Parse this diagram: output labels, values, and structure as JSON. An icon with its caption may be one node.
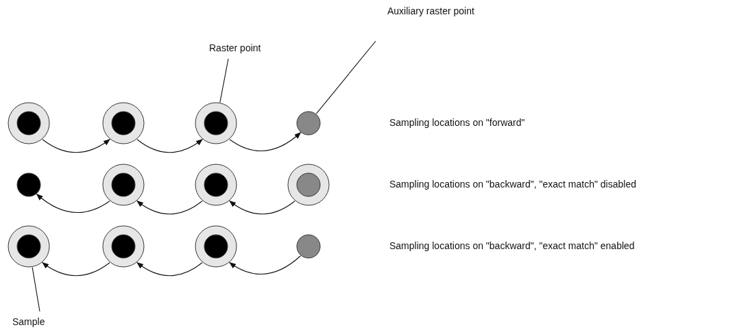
{
  "diagram": {
    "nodes": [
      {
        "text": [
          "Auxiliary raster point"
        ]
      },
      {
        "text": [
          "Raster point"
        ]
      },
      {
        "text": [],
        "shape": "circle"
      },
      {
        "text": [],
        "shape": "circle"
      },
      {
        "text": [],
        "shape": "circle"
      },
      {
        "text": [],
        "shape": "circle"
      },
      {
        "text": [],
        "shape": "circle"
      },
      {
        "text": [],
        "shape": "circle"
      },
      {
        "text": [],
        "shape": "circle"
      },
      {
        "text": [],
        "shape": "circle"
      },
      {
        "text": [],
        "shape": "circle"
      },
      {
        "text": [],
        "shape": "circle"
      },
      {
        "text": [],
        "shape": "circle"
      },
      {
        "text": [],
        "shape": "circle"
      },
      {
        "text": [
          "Sample"
        ]
      }
    ],
    "edges": [
      {
        "from": 0,
        "to": 5,
        "arrow": "none"
      },
      {
        "from": 1,
        "to": 4,
        "arrow": "none"
      },
      {
        "from": 2,
        "to": 3,
        "arrow": "to"
      },
      {
        "from": 3,
        "to": 4,
        "arrow": "to"
      },
      {
        "from": 4,
        "to": 5,
        "arrow": "to"
      },
      {
        "from": 9,
        "to": 8,
        "arrow": "to"
      },
      {
        "from": 8,
        "to": 7,
        "arrow": "to"
      },
      {
        "from": 7,
        "to": 6,
        "arrow": "to"
      },
      {
        "from": 13,
        "to": 12,
        "arrow": "to"
      },
      {
        "from": 12,
        "to": 11,
        "arrow": "to"
      },
      {
        "from": 11,
        "to": 10,
        "arrow": "to"
      },
      {
        "from": 14,
        "to": 10,
        "arrow": "none"
      }
    ],
    "labels": [
      "Sampling locations on \"forward\"",
      "Sampling locations on \"backward\", \"exact match\" disabled",
      "Sampling locations on \"backward\", \"exact match\" enabled"
    ]
  }
}
